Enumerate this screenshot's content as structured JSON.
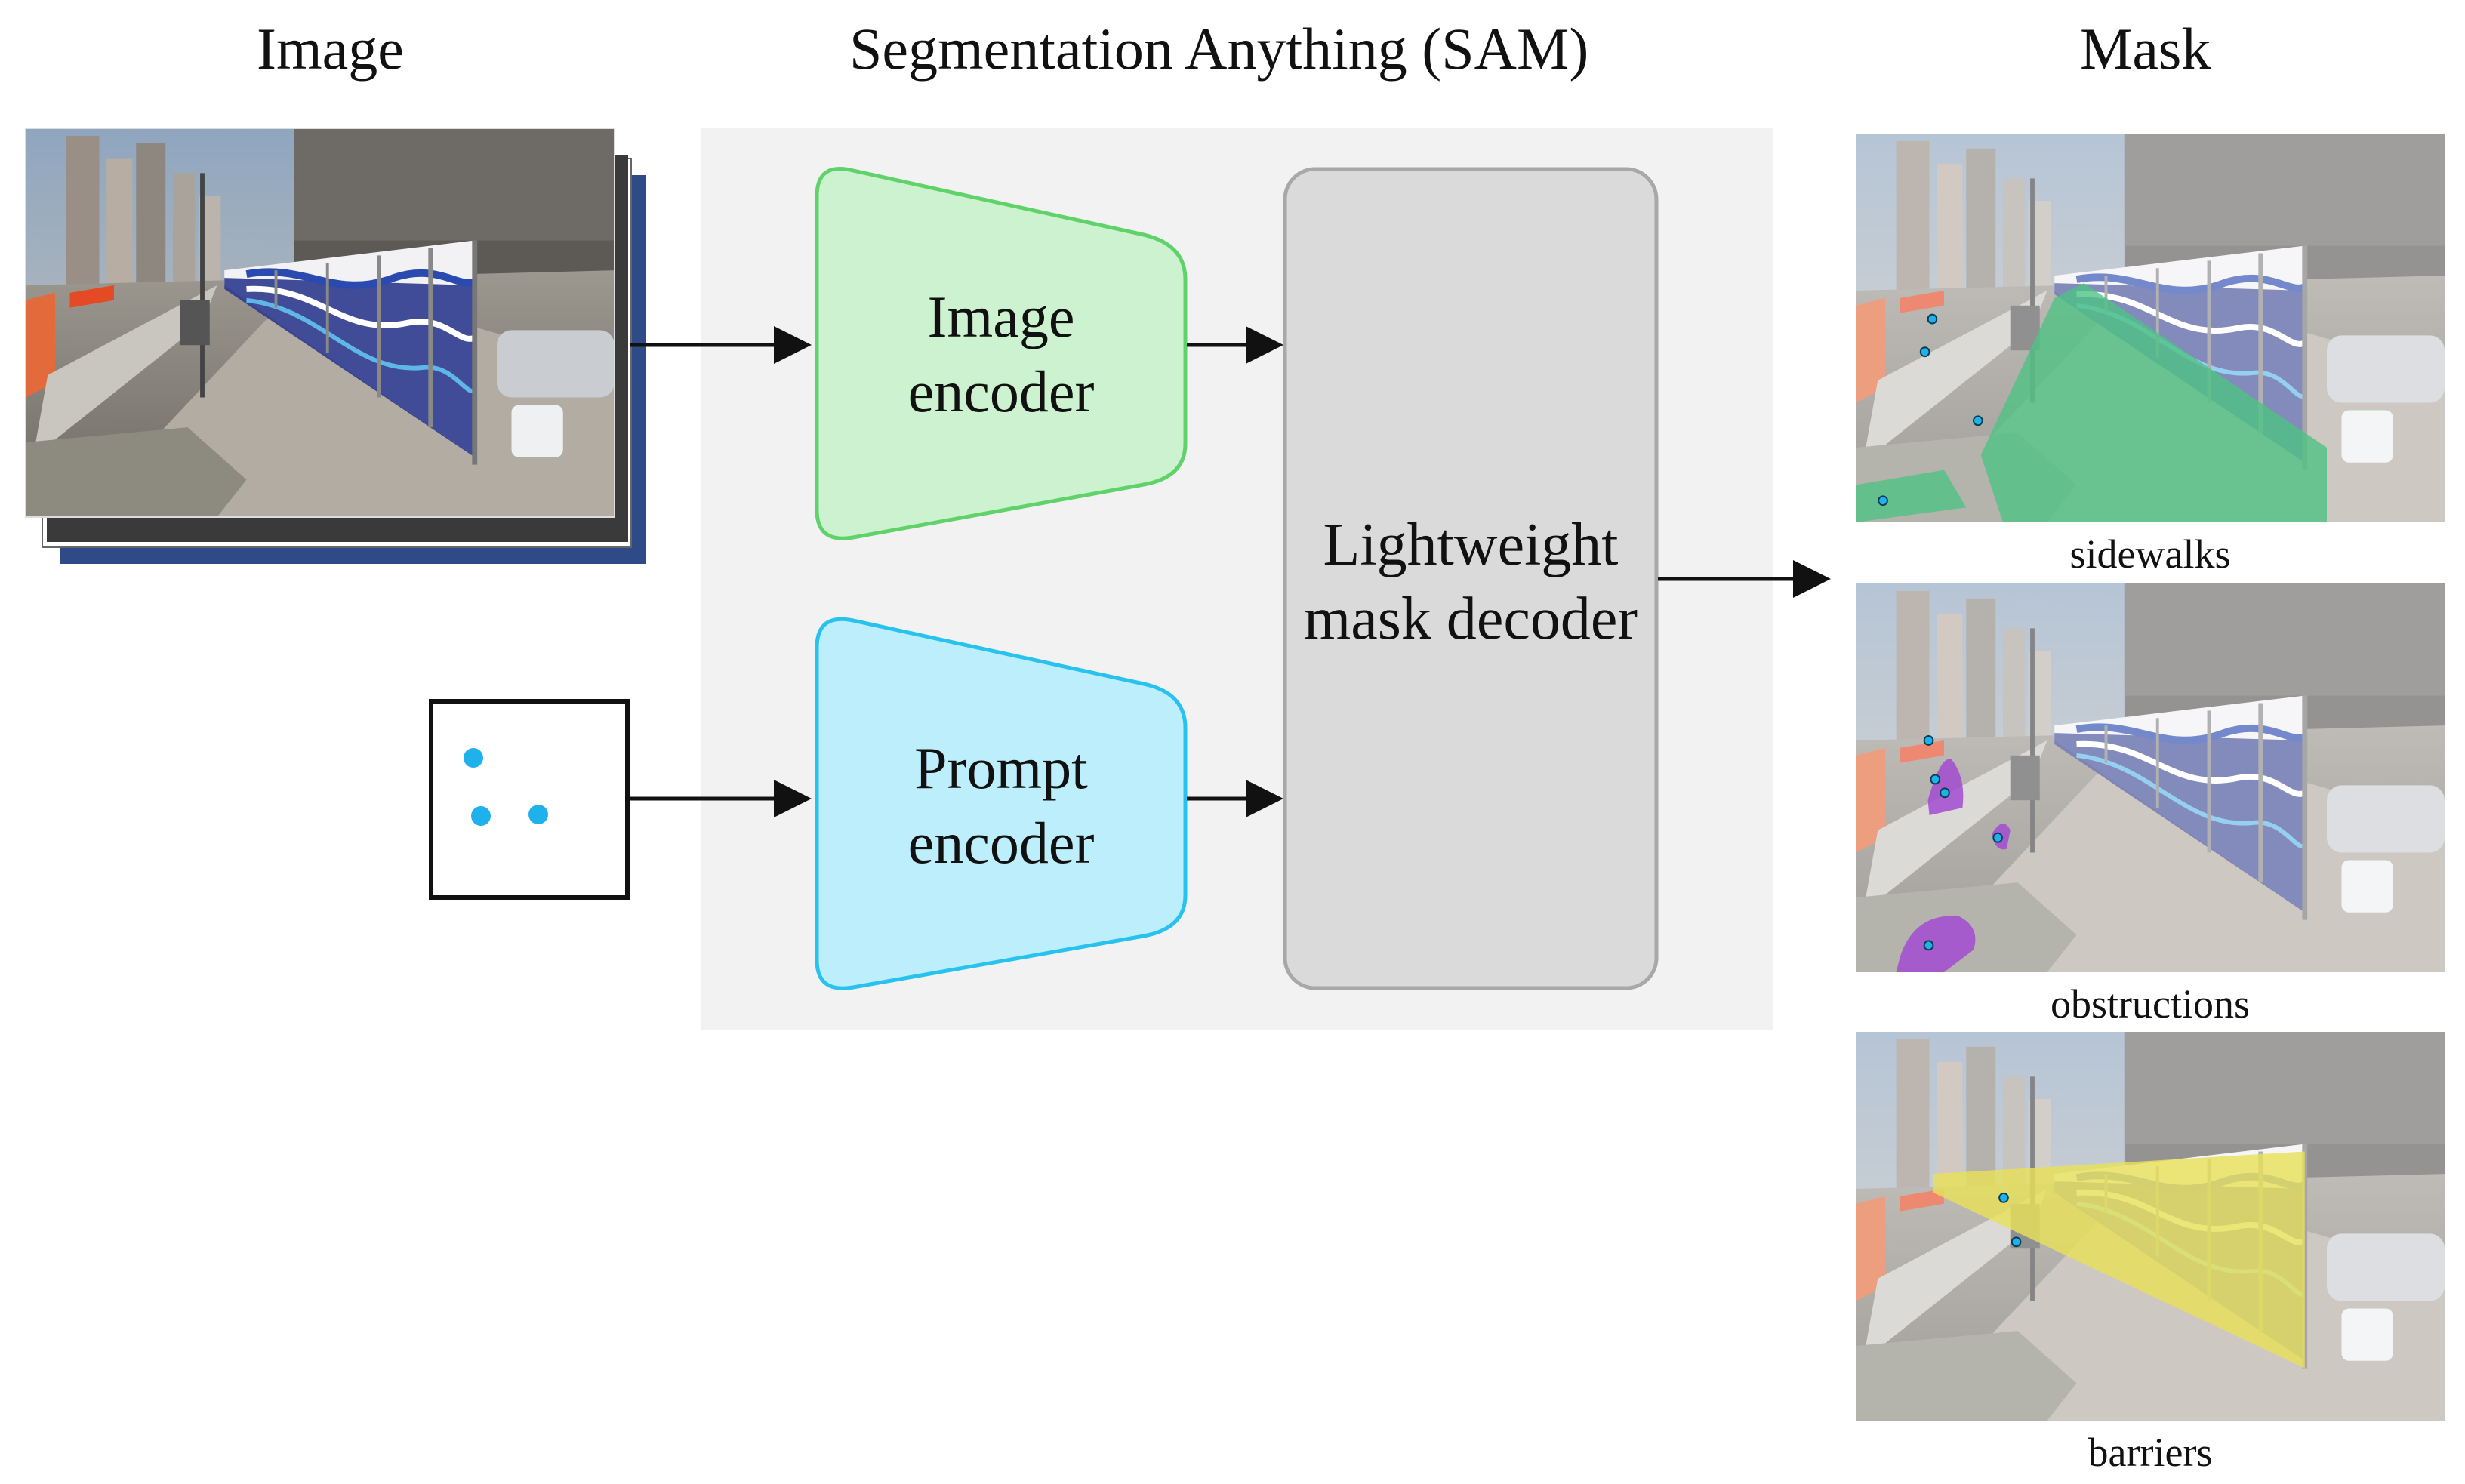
{
  "headers": {
    "image": "Image",
    "sam": "Segmentation Anything (SAM)",
    "mask": "Mask"
  },
  "blocks": {
    "image_encoder": [
      "Image",
      "encoder"
    ],
    "prompt_encoder": [
      "Prompt",
      "encoder"
    ],
    "mask_decoder": [
      "Lightweight",
      "mask decoder"
    ]
  },
  "mask_captions": [
    "sidewalks",
    "obstructions",
    "barriers"
  ],
  "colors": {
    "sam_panel": "#f2f2f2",
    "image_encoder_fill": "#cdf2cf",
    "image_encoder_stroke": "#5fd36a",
    "prompt_encoder_fill": "#bdeefc",
    "prompt_encoder_stroke": "#27c2ee",
    "decoder_fill": "#dadada",
    "decoder_stroke": "#a8a8a8",
    "prompt_point": "#1fb1ec",
    "sidewalk_mask": "#4fc283",
    "obstruction_mask": "#a24bd0",
    "barrier_mask": "#e8e05a"
  }
}
